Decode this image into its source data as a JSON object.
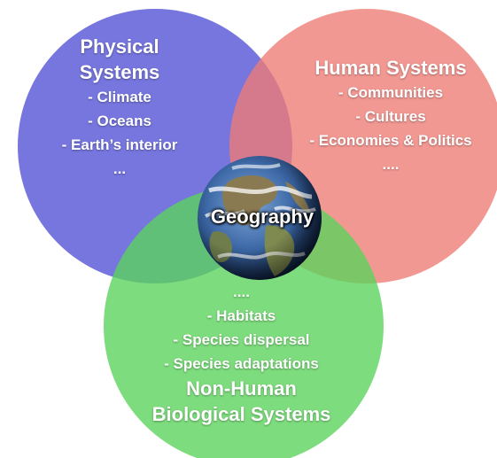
{
  "colors": {
    "physical": "#6f6fdc",
    "human": "#ee7b74",
    "biological": "#5cd35c"
  },
  "physical": {
    "title_lines": [
      "Physical",
      "Systems"
    ],
    "items": [
      "- Climate",
      "- Oceans",
      "- Earth’s interior",
      "..."
    ]
  },
  "human": {
    "title_lines": [
      "Human Systems"
    ],
    "items": [
      "- Communities",
      "- Cultures",
      "- Economies & Politics",
      "...."
    ]
  },
  "biological": {
    "items": [
      "....",
      "- Habitats",
      "- Species dispersal",
      "- Species adaptations"
    ],
    "title_lines": [
      "Non-Human",
      "Biological Systems"
    ]
  },
  "center": {
    "label": "Geography",
    "image": "earth-globe-icon"
  }
}
